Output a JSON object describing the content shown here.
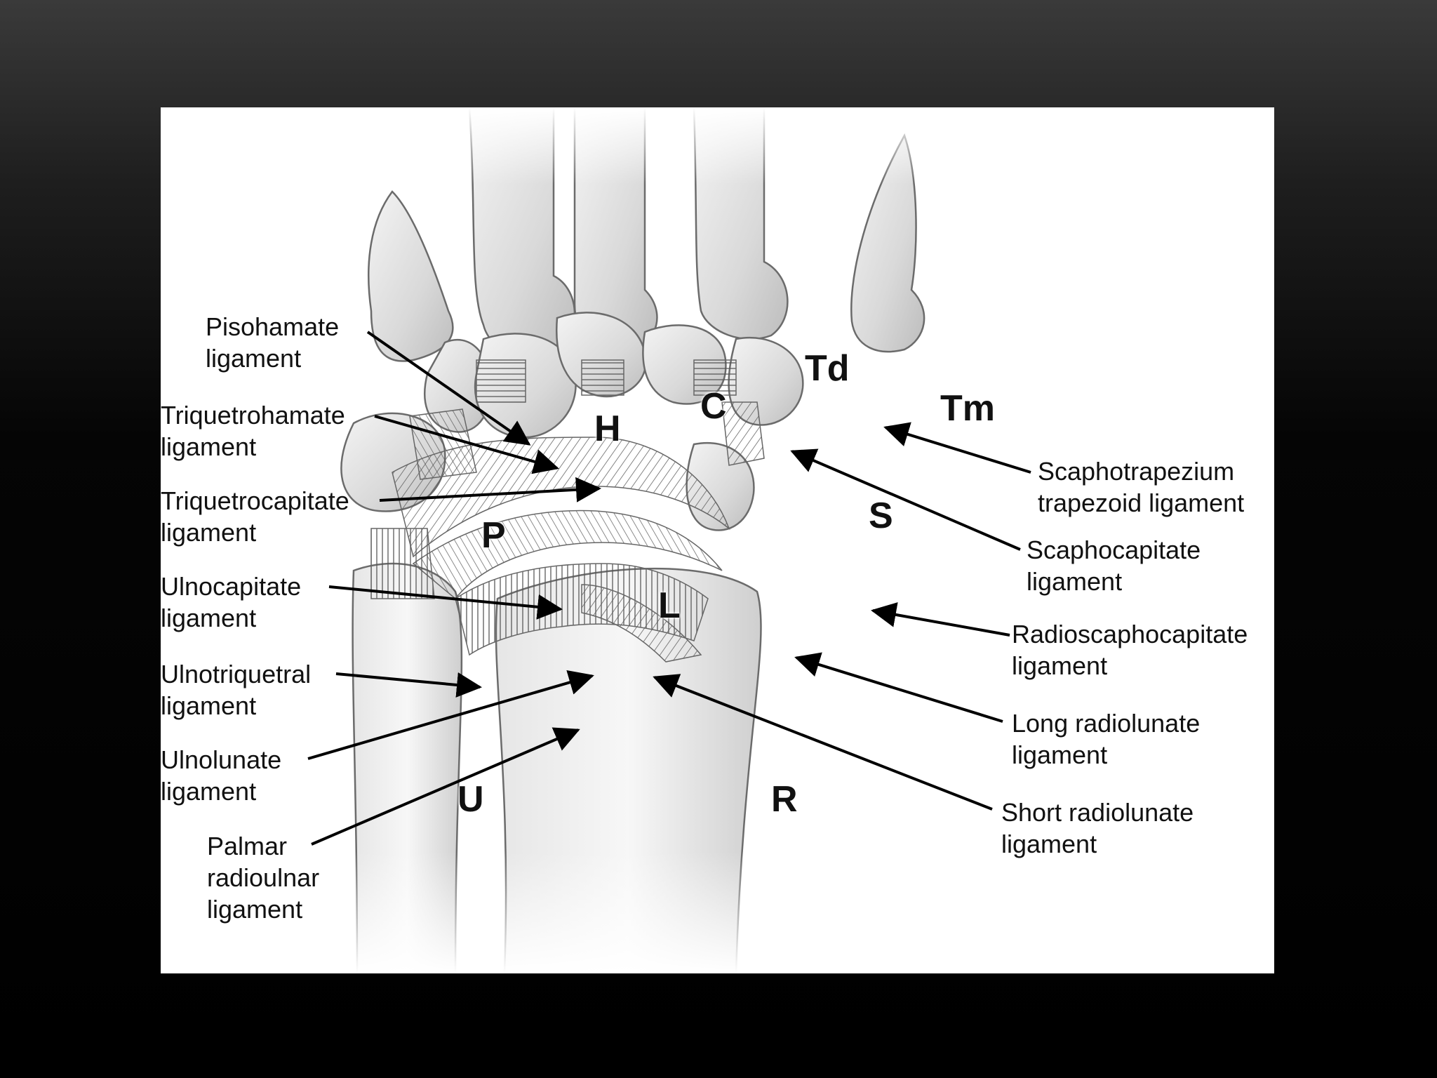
{
  "colors": {
    "background_top": "#3a3a3a",
    "background_bottom": "#000000",
    "figure_bg": "#ffffff",
    "ink": "#111111"
  },
  "bones": {
    "hamate": "H",
    "capitate": "C",
    "trapezoid": "Td",
    "trapezium": "Tm",
    "pisiform": "P",
    "scaphoid": "S",
    "lunate": "L",
    "ulna": "U",
    "radius": "R"
  },
  "labels": {
    "pisohamate": [
      "Pisohamate",
      "ligament"
    ],
    "triquetrohamate": [
      "Triquetrohamate",
      "ligament"
    ],
    "triquetrocapitate": [
      "Triquetrocapitate",
      "ligament"
    ],
    "ulnocapitate": [
      "Ulnocapitate",
      "ligament"
    ],
    "ulnotriquetral": [
      "Ulnotriquetral",
      "ligament"
    ],
    "ulnolunate": [
      "Ulnolunate",
      "ligament"
    ],
    "palmar_radioulnar": [
      "Palmar",
      "radioulnar",
      "ligament"
    ],
    "scaphotrapezium": [
      "Scaphotrapezium",
      "trapezoid ligament"
    ],
    "scaphocapitate": [
      "Scaphocapitate",
      "ligament"
    ],
    "radioscaphocapitate": [
      "Radioscaphocapitate",
      "ligament"
    ],
    "long_radiolunate": [
      "Long radiolunate",
      "ligament"
    ],
    "short_radiolunate": [
      "Short radiolunate",
      "ligament"
    ]
  }
}
